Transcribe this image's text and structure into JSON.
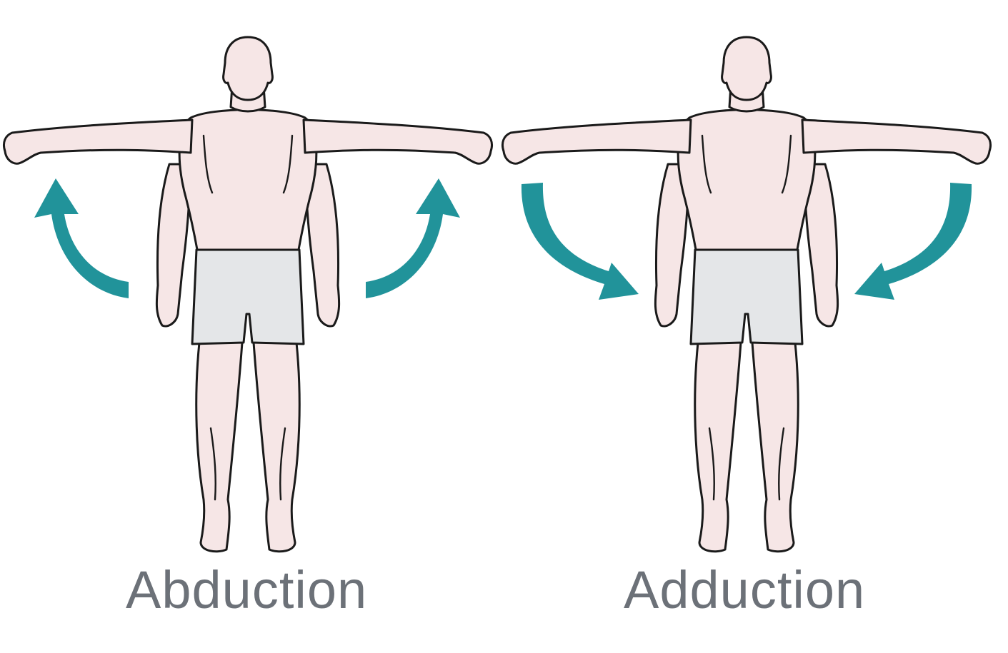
{
  "figures": [
    {
      "label": "Abduction",
      "motion": "arms-away-from-body",
      "arrow_icon": "curved-arrow-up-icon"
    },
    {
      "label": "Adduction",
      "motion": "arms-toward-body",
      "arrow_icon": "curved-arrow-down-icon"
    }
  ],
  "colors": {
    "skin": "#f6e6e6",
    "shorts": "#e4e6e8",
    "outline": "#1a1a1a",
    "arrow": "#21939a",
    "caption": "#6c7178"
  }
}
